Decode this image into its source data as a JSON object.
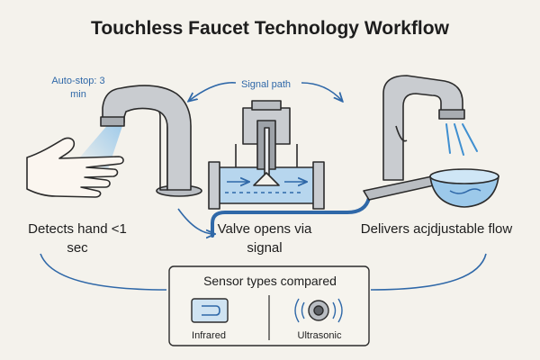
{
  "title": "Touchless Faucet Technology Workflow",
  "annotations": {
    "auto_stop": "Auto-stop: 3 min",
    "signal_path": "Signal path"
  },
  "steps": [
    {
      "label": "Detects hand <1 sec"
    },
    {
      "label": "Valve opens via signal"
    },
    {
      "label": "Delivers acjdjustable flow"
    }
  ],
  "sensors": {
    "title": "Sensor types compared",
    "types": [
      {
        "label": "Infrared",
        "icon": "infrared-sensor-icon"
      },
      {
        "label": "Ultrasonic",
        "icon": "ultrasonic-sensor-icon"
      }
    ]
  },
  "colors": {
    "background": "#f4f2ec",
    "accent_blue": "#2f68a8",
    "water": "#9cc9ea",
    "metal": "#c9ccd0",
    "outline": "#2b2b2b"
  }
}
